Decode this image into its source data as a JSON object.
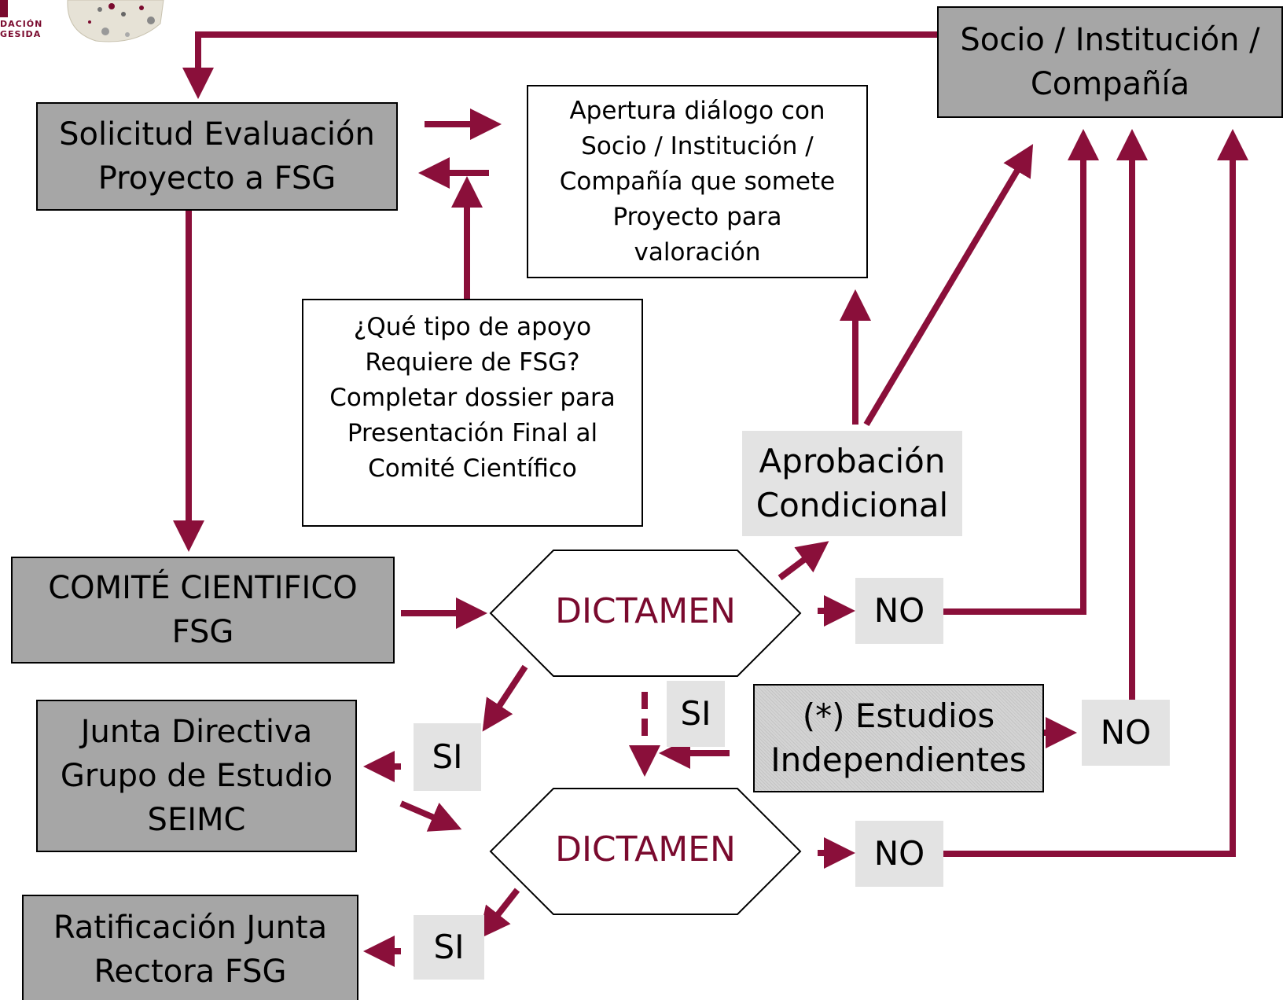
{
  "colors": {
    "accent": "#8a0f3a",
    "box_gray": "#a6a6a6",
    "box_light": "#e3e3e3",
    "dictamen_text": "#7a0a2e"
  },
  "logo": {
    "text_lines": [
      "DACIÓN",
      "GESIDA"
    ]
  },
  "nodes": {
    "socio": {
      "lines": [
        "Socio / Institución /",
        "Compañía"
      ]
    },
    "solicitud": {
      "lines": [
        "Solicitud Evaluación",
        "Proyecto a FSG"
      ]
    },
    "apertura": {
      "lines": [
        "Apertura diálogo con",
        "Socio / Institución /",
        "Compañía que somete",
        "Proyecto para",
        "valoración"
      ]
    },
    "que_tipo": {
      "lines": [
        "¿Qué tipo de apoyo",
        "Requiere de FSG?",
        "Completar dossier para",
        "Presentación Final al",
        "Comité Científico"
      ]
    },
    "aprobacion": {
      "lines": [
        "Aprobación",
        "Condicional"
      ]
    },
    "comite": {
      "lines": [
        "COMITÉ CIENTIFICO",
        "FSG"
      ]
    },
    "dictamen1": {
      "label": "DICTAMEN"
    },
    "no1": {
      "label": "NO"
    },
    "si_mid": {
      "label": "SI"
    },
    "estudios": {
      "lines": [
        "(*) Estudios",
        "Independientes"
      ]
    },
    "no2": {
      "label": "NO"
    },
    "junta": {
      "lines": [
        "Junta Directiva",
        "Grupo de Estudio",
        "SEIMC"
      ]
    },
    "si1": {
      "label": "SI"
    },
    "dictamen2": {
      "label": "DICTAMEN"
    },
    "no3": {
      "label": "NO"
    },
    "ratificacion": {
      "lines": [
        "Ratificación Junta",
        "Rectora FSG"
      ]
    },
    "si2": {
      "label": "SI"
    }
  }
}
